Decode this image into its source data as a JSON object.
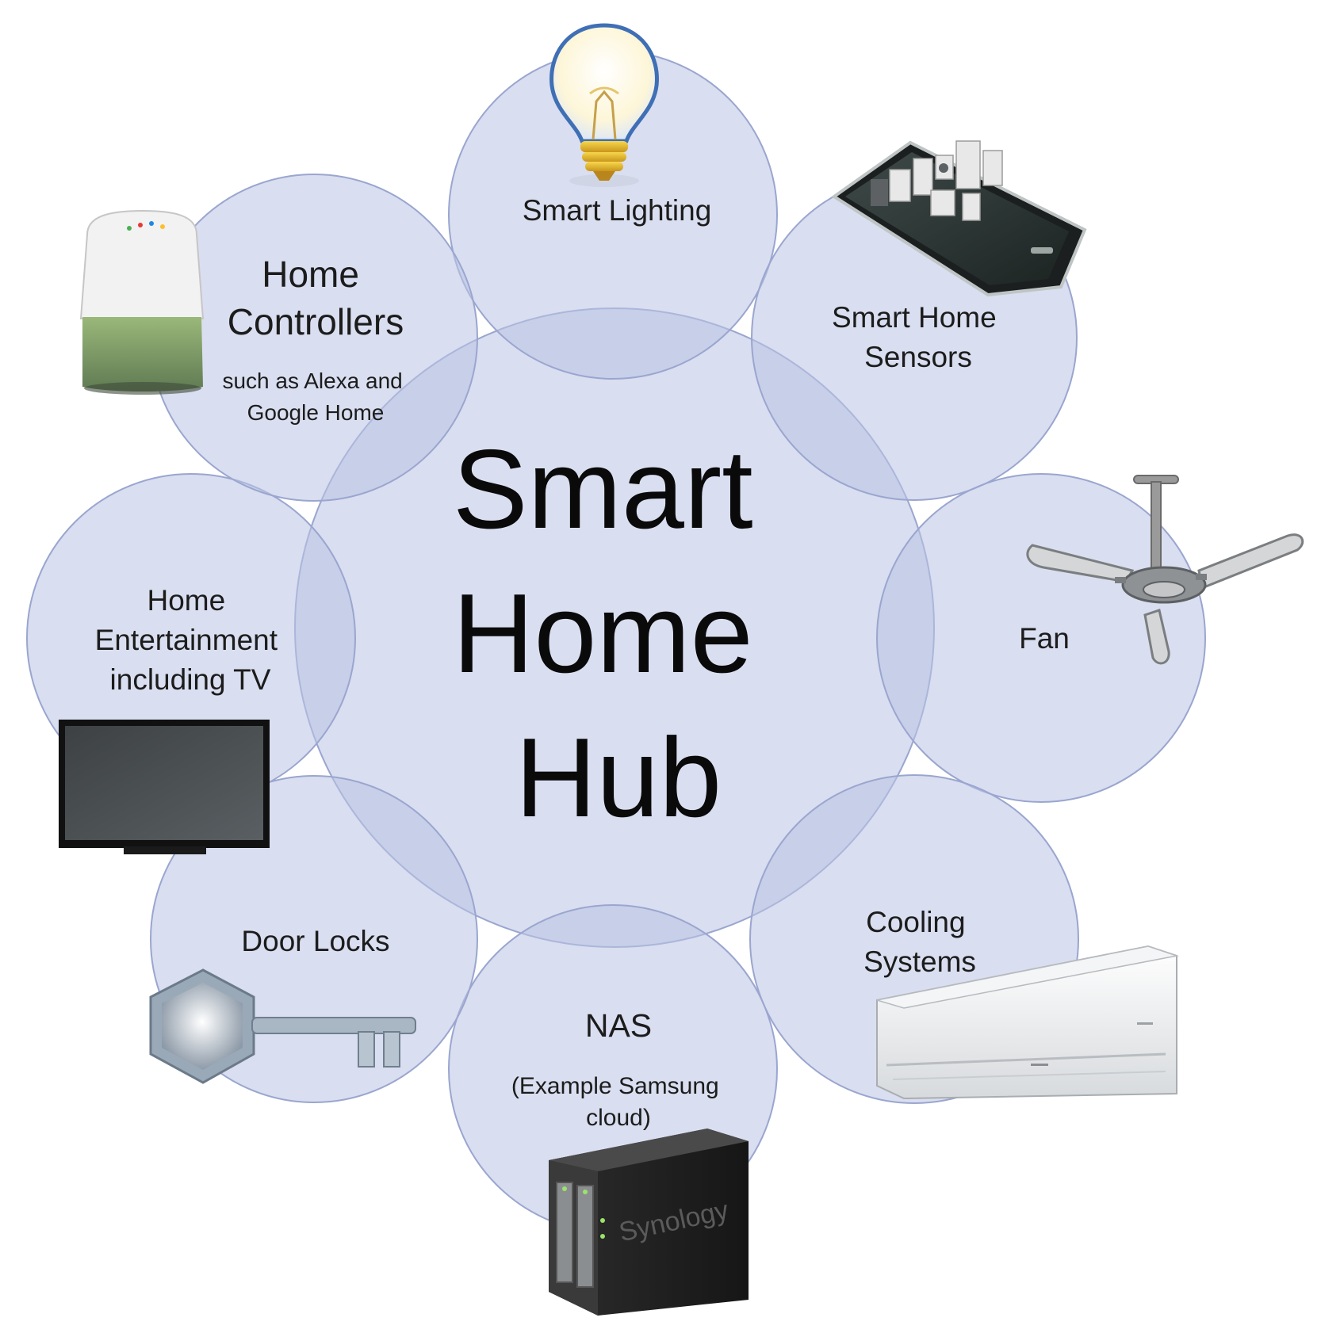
{
  "hub": {
    "label_lines": [
      "Smart",
      "Home",
      "Hub"
    ]
  },
  "nodes": [
    {
      "id": "smart-lighting",
      "title_lines": [
        "Smart Lighting"
      ],
      "subtitle_lines": [],
      "icon": "light-bulb-icon"
    },
    {
      "id": "smart-home-sensors",
      "title_lines": [
        "Smart Home",
        "Sensors"
      ],
      "subtitle_lines": [],
      "icon": "smartphone-devices-icon"
    },
    {
      "id": "fan",
      "title_lines": [
        "Fan"
      ],
      "subtitle_lines": [],
      "icon": "ceiling-fan-icon"
    },
    {
      "id": "cooling-systems",
      "title_lines": [
        "Cooling",
        "Systems"
      ],
      "subtitle_lines": [],
      "icon": "air-conditioner-icon"
    },
    {
      "id": "nas",
      "title_lines": [
        "NAS"
      ],
      "subtitle_lines": [
        "(Example Samsung",
        "cloud)"
      ],
      "icon": "nas-device-icon",
      "device_brand": "Synology"
    },
    {
      "id": "door-locks",
      "title_lines": [
        "Door Locks"
      ],
      "subtitle_lines": [],
      "icon": "key-icon"
    },
    {
      "id": "home-entertainment",
      "title_lines": [
        "Home",
        "Entertainment",
        "including TV"
      ],
      "subtitle_lines": [],
      "icon": "tv-icon"
    },
    {
      "id": "home-controllers",
      "title_lines": [
        "Home",
        "Controllers"
      ],
      "subtitle_lines": [
        "such as Alexa and",
        "Google Home"
      ],
      "icon": "smart-speaker-icon"
    }
  ],
  "colors": {
    "circle_fill": "#b9c3e4",
    "circle_stroke": "#9aa6cf",
    "background": "#ffffff"
  }
}
